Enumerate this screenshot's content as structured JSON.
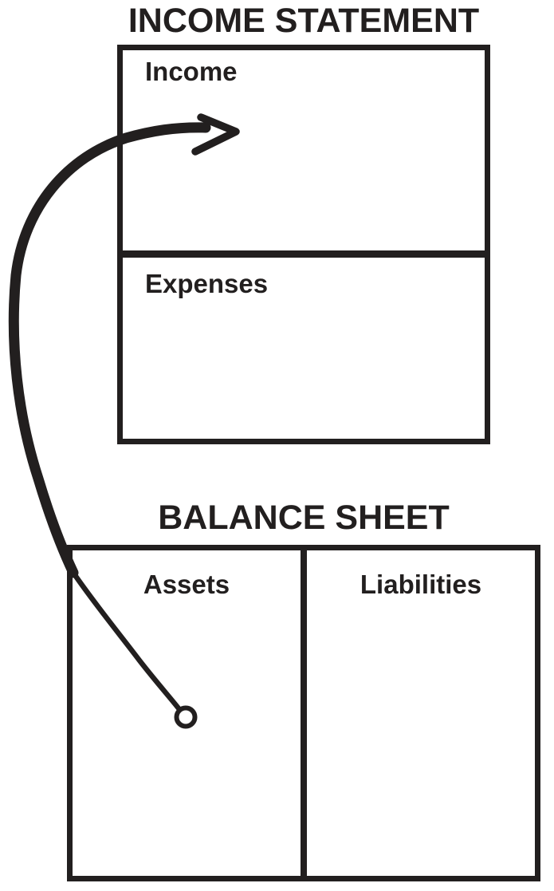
{
  "income_statement": {
    "title": "INCOME STATEMENT",
    "sections": [
      {
        "label": "Income"
      },
      {
        "label": "Expenses"
      }
    ]
  },
  "balance_sheet": {
    "title": "BALANCE SHEET",
    "sections": [
      {
        "label": "Assets"
      },
      {
        "label": "Liabilities"
      }
    ]
  },
  "annotation_arrow": {
    "icon": "curved-arrow-icon",
    "style": "hand-drawn",
    "from_section": "Assets",
    "to_section": "Income",
    "origin_marker": "small-circle"
  },
  "colors": {
    "ink": "#221f1f",
    "background": "#ffffff"
  }
}
